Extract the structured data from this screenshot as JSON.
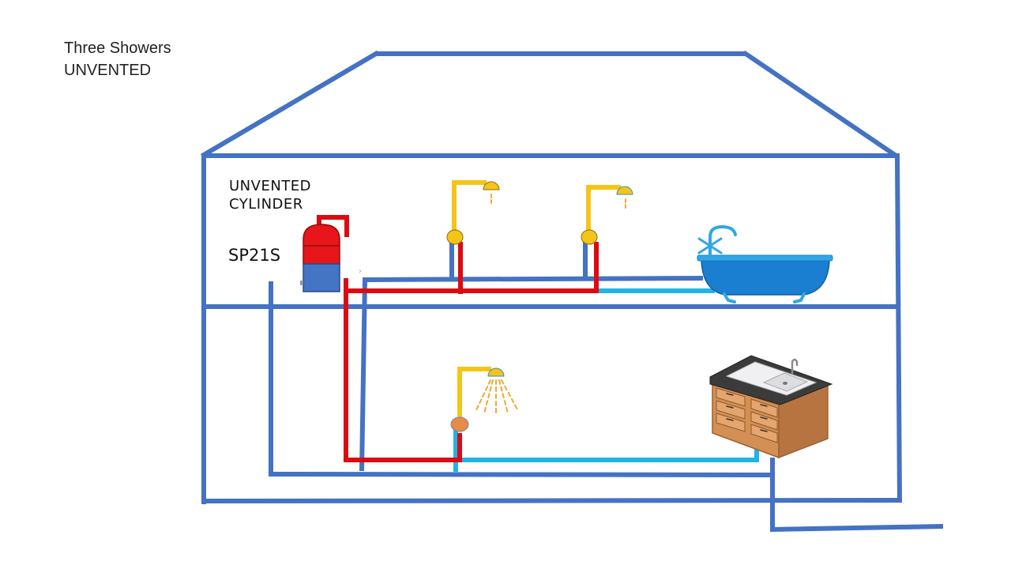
{
  "title": {
    "line1": "Three Showers",
    "line2": "UNVENTED"
  },
  "cylinder": {
    "label_line1": "UNVENTED",
    "label_line2": "CYLINDER",
    "model": "SP21S"
  },
  "colors": {
    "structure": "#4472c4",
    "hot_pipe": "#dd0a12",
    "cold_pipe": "#1fb4e6",
    "shower_arm": "#f4c518",
    "bath": "#1a7fd1",
    "cabinet": "#d48f54",
    "worktop": "#3b3b3b"
  },
  "icons": [
    "unvented-cylinder-icon",
    "shower-head-icon",
    "bath-icon",
    "tap-icon",
    "sink-unit-icon",
    "water-spray-icon"
  ]
}
